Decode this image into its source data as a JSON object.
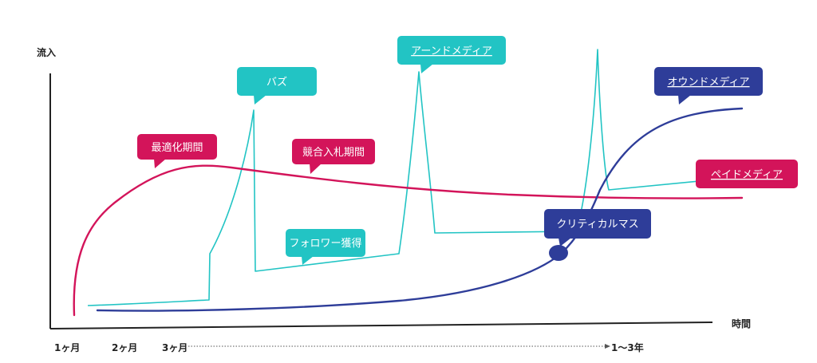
{
  "axes": {
    "y_label": "流入",
    "x_label": "時間",
    "x_ticks": [
      "1ヶ月",
      "2ヶ月",
      "3ヶ月",
      "1〜3年"
    ]
  },
  "callouts": {
    "optimization": "最適化期間",
    "competitive_bidding": "競合入札期間",
    "buzz": "バズ",
    "follower": "フォロワー獲得",
    "earned": "アーンドメディア",
    "owned": "オウンドメディア",
    "paid": "ペイドメディア",
    "critical_mass": "クリティカルマス"
  },
  "colors": {
    "paid": "#d3145a",
    "earned": "#22c4c4",
    "owned": "#2e3d99",
    "axis": "#222222"
  }
}
